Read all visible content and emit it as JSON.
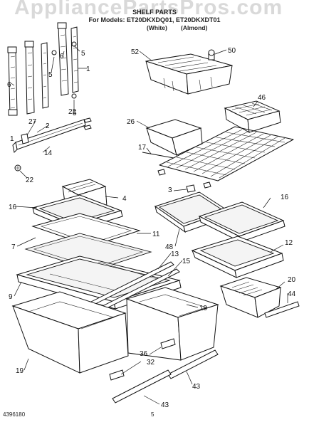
{
  "watermark": "AppliancePartsPros.com",
  "header": {
    "title": "SHELF PARTS",
    "models": "For Models: ET20DKXDQ01, ET20DKXDT01",
    "variant_white": "(White)",
    "variant_almond": "(Almond)"
  },
  "callouts": [
    "1",
    "2",
    "3",
    "4",
    "5",
    "6",
    "7",
    "9",
    "11",
    "12",
    "13",
    "14",
    "15",
    "16",
    "17",
    "19",
    "20",
    "22",
    "26",
    "27",
    "32",
    "36",
    "43",
    "44",
    "46",
    "48",
    "50",
    "52"
  ],
  "footer": {
    "doc_number": "4396180",
    "page_number": "5"
  }
}
